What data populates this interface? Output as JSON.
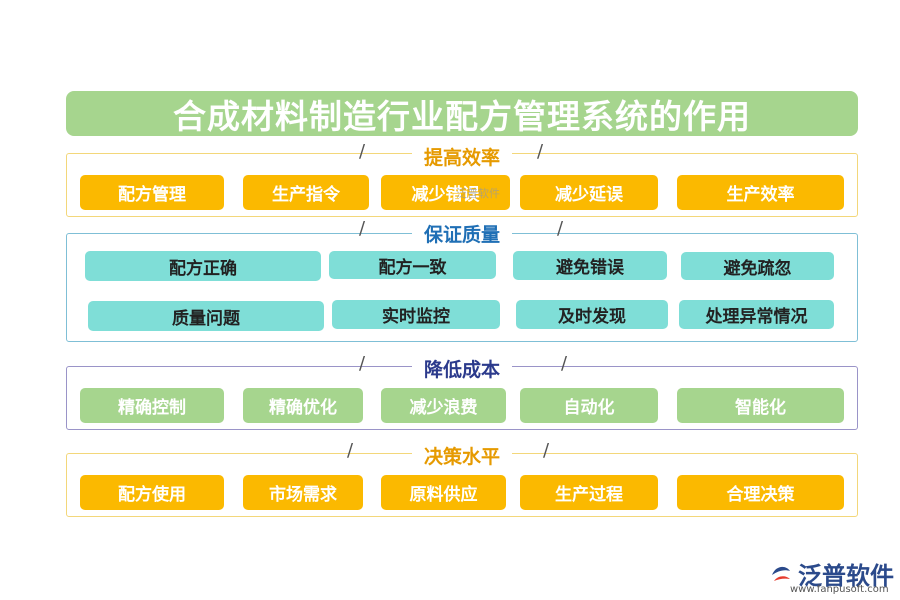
{
  "title": "合成材料制造行业配方管理系统的作用",
  "sections": [
    {
      "title": "提高效率",
      "items": [
        "配方管理",
        "生产指令",
        "减少错误",
        "减少延误",
        "生产效率"
      ]
    },
    {
      "title": "保证质量",
      "items": [
        "配方正确",
        "配方一致",
        "避免错误",
        "避免疏忽",
        "质量问题",
        "实时监控",
        "及时发现",
        "处理异常情况"
      ]
    },
    {
      "title": "降低成本",
      "items": [
        "精确控制",
        "精确优化",
        "减少浪费",
        "自动化",
        "智能化"
      ]
    },
    {
      "title": "决策水平",
      "items": [
        "配方使用",
        "市场需求",
        "原料供应",
        "生产过程",
        "合理决策"
      ]
    }
  ],
  "watermark": "泛普软件",
  "logo": {
    "name": "泛普软件",
    "url": "www.fanpusoft.com"
  },
  "colors": {
    "green": "#a6d58e",
    "orange": "#fbb900",
    "teal": "#7fded7",
    "blue_title": "#1f6fb5",
    "dark_title": "#2b3a8c"
  }
}
